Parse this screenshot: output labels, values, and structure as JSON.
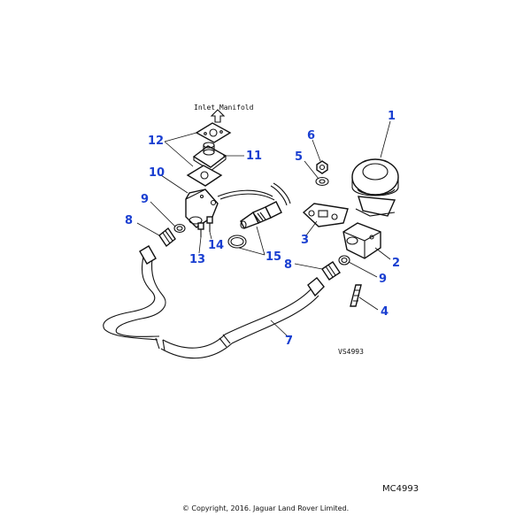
{
  "diagram": {
    "inlet_label": "Inlet Manifold",
    "drawing_code": "VS4993",
    "reference": "MC4993",
    "copyright": "© Copyright, 2016. Jaguar Land Rover Limited.",
    "callouts": {
      "c1": "1",
      "c2": "2",
      "c3": "3",
      "c4": "4",
      "c5": "5",
      "c6": "6",
      "c7": "7",
      "c8a": "8",
      "c8b": "8",
      "c9a": "9",
      "c9b": "9",
      "c10": "10",
      "c11": "11",
      "c12": "12",
      "c13": "13",
      "c14": "14",
      "c15": "15"
    },
    "callout_color": "#1a3fd1"
  }
}
